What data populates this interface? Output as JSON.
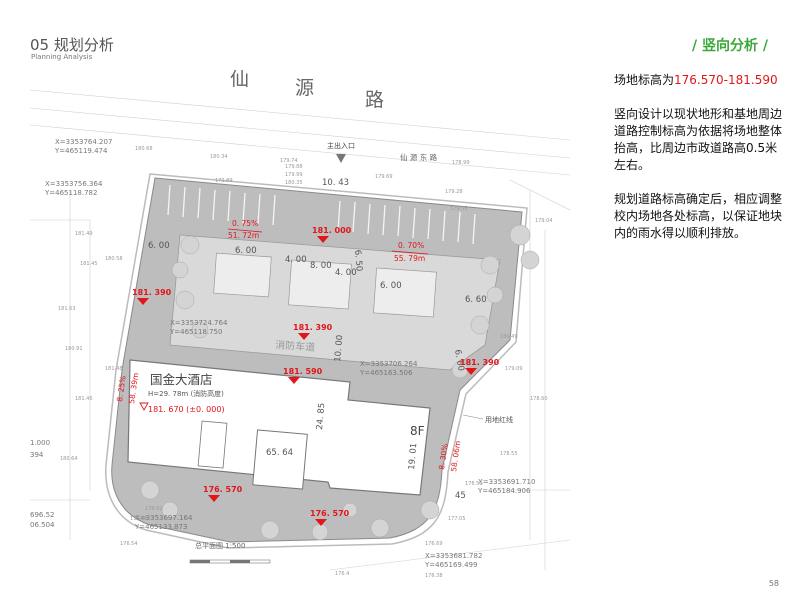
{
  "header": {
    "title": "05 规划分析",
    "subtitle": "Planning Analysis",
    "section_tag": "/ 竖向分析 /"
  },
  "side": {
    "p1_prefix": "场地标高为",
    "p1_value": "176.570-181.590",
    "p2": "竖向设计以现状地形和基地周边道路控制标高为依据将场地整体抬高，比周边市政道路高0.5米左右。",
    "p3": "规划道路标高确定后，相应调整校内场地各处标高，以保证地块内的雨水得以顺利排放。"
  },
  "page_number": "58",
  "plan": {
    "road_name": [
      "仙",
      "源",
      "路"
    ],
    "road_name_small": "仙 源 东 路",
    "entrance_label": "主出入口",
    "building_name": "国金大酒店",
    "building_height": "H=29. 78m (消防高度)",
    "floors": "8F",
    "boundary_label": "用地红线",
    "fire_lane": "消防车道",
    "scale_label": "总平面图  1:500",
    "coords": [
      "X=3353764.207",
      "Y=465119.474",
      "X=3353756.364",
      "Y=465118.782",
      "X=3353724.764",
      "Y=465118.750",
      "X=3353706.264",
      "Y=465163.506",
      "X=3353691.710",
      "Y=465184.906",
      "X=3353697.164",
      "Y=465133.873",
      "X=3353681.782",
      "Y=465169.499"
    ],
    "dimensions": [
      "10. 43",
      "6. 00",
      "6. 00",
      "4. 00",
      "8. 00",
      "4. 00",
      "6. 00",
      "6. 60",
      "6. 50",
      "6. 60",
      "24. 85",
      "19. 01",
      "65. 64",
      "10. 00",
      "45"
    ],
    "spot_elevations": [
      "181. 000",
      "181. 390",
      "181. 390",
      "181. 590",
      "181. 390",
      "176. 570",
      "176. 570"
    ],
    "base_elevation": "181. 670 (±0. 000)",
    "slopes": [
      {
        "pct": "0. 75%",
        "len": "51. 72m"
      },
      {
        "pct": "0. 70%",
        "len": "55. 79m"
      },
      {
        "pct": "8. 25%",
        "len": "58. 39m"
      },
      {
        "pct": "8. 30%",
        "len": "58. 06m"
      }
    ],
    "survey_values": [
      "180.68",
      "180.34",
      "179.74",
      "179.88",
      "179.99",
      "179.89",
      "180.35",
      "179.69",
      "178.99",
      "179.28",
      "179.55",
      "179.04",
      "181.49",
      "181.45",
      "180.58",
      "181.63",
      "180.91",
      "181.48",
      "181.46",
      "180.64",
      "180.49",
      "179.09",
      "178.60",
      "178.55",
      "178.51",
      "177.05",
      "176.69",
      "176.92",
      "176.68",
      "176.54",
      "176.4",
      "176.38"
    ],
    "edge_text": [
      "1.000",
      "394",
      "696.52",
      "06.504"
    ]
  }
}
